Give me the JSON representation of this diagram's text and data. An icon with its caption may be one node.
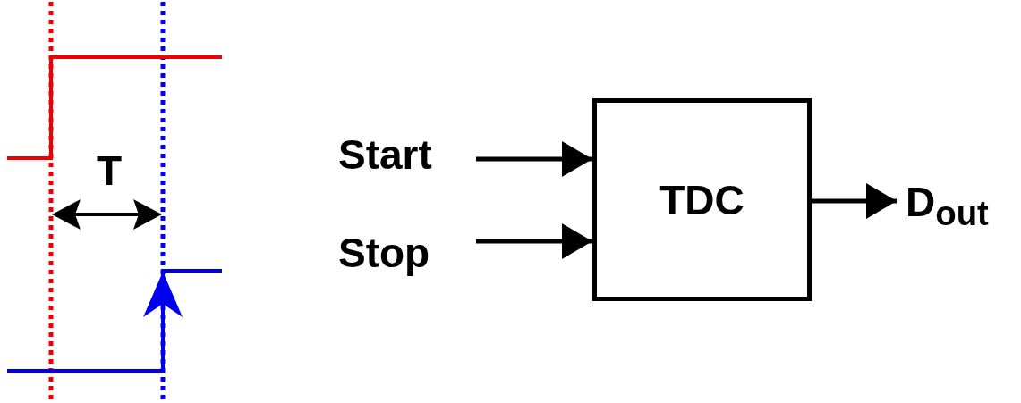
{
  "diagram": {
    "nodes": [
      {
        "text": [
          "Start"
        ]
      },
      {
        "text": [
          "Stop"
        ]
      },
      {
        "text": [
          "TDC"
        ]
      },
      {
        "text": [
          "D$_{out}$"
        ]
      }
    ],
    "edges": [
      {
        "from": 0,
        "to": 2,
        "arrow": "to"
      },
      {
        "from": 1,
        "to": 2,
        "arrow": "to"
      },
      {
        "from": 2,
        "to": 3,
        "arrow": "to"
      }
    ],
    "labels": [
      "T"
    ]
  }
}
